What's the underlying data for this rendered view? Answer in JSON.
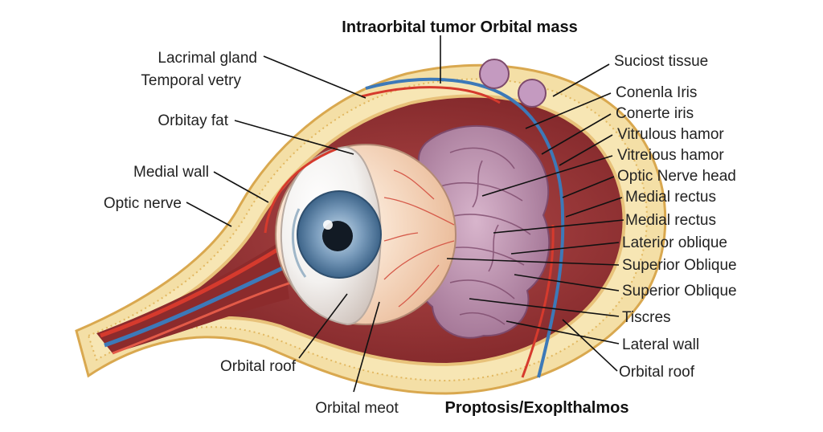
{
  "diagram": {
    "title": "Intraorbital tumor Orbital mass",
    "caption": "Proptosis/Exoplthalmos",
    "colors": {
      "bone": "#f4dfa6",
      "bone_edge": "#e2b861",
      "tissue": "#a8393a",
      "tissue_dark": "#7d2427",
      "tumor": "#b88aa8",
      "iris": "#7a9cbc",
      "artery": "#d63a2d",
      "vein": "#3d79b8"
    },
    "labels_left": {
      "lacrimal_gland": "Lacrimal gland",
      "temporal_vetry": "Temporal vetry",
      "orbitay_fat": "Orbitay fat",
      "medial_wall": "Medial wall",
      "optic_nerve": "Optic nerve",
      "orbital_roof": "Orbital roof",
      "orbital_meot": "Orbital meot"
    },
    "labels_right": {
      "suciost_tissue": "Suciost tissue",
      "conenla_iris": "Conenla Iris",
      "conerte_iris": "Conerte iris",
      "vitrulous_hamor": "Vitrulous hamor",
      "vitreious_hamor": "Vitreious hamor",
      "optic_nerve_head": "Optic Nerve head",
      "medial_rectus_1": "Medial rectus",
      "medial_rectus_2": "Medial rectus",
      "laterior_oblique": "Laterior oblique",
      "superior_oblique_1": "Superior Oblique",
      "superior_oblique_2": "Superior Oblique",
      "tiscres": "Tiscres",
      "lateral_wall": "Lateral wall",
      "orbital_roof": "Orbital roof"
    }
  }
}
